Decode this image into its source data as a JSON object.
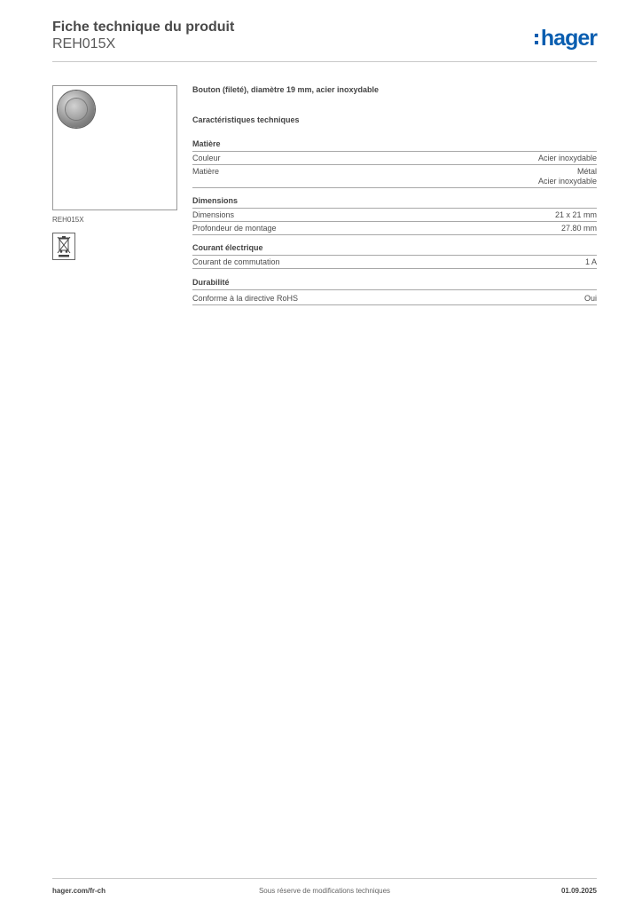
{
  "header": {
    "title": "Fiche technique du produit",
    "reference": "REH015X",
    "logo_text": "hager",
    "logo_color": "#0a5eb0"
  },
  "product": {
    "image_caption": "REH015X",
    "description": "Bouton (fileté), diamètre 19 mm, acier inoxydable",
    "characteristics_heading": "Caractéristiques techniques"
  },
  "sections": [
    {
      "title": "Matière",
      "rows": [
        {
          "label": "Couleur",
          "values": [
            "Acier inoxydable"
          ]
        },
        {
          "label": "Matière",
          "values": [
            "Métal",
            "Acier inoxydable"
          ]
        }
      ]
    },
    {
      "title": "Dimensions",
      "rows": [
        {
          "label": "Dimensions",
          "values": [
            "21 x 21 mm"
          ]
        },
        {
          "label": "Profondeur de montage",
          "values": [
            "27.80 mm"
          ]
        }
      ]
    },
    {
      "title": "Courant électrique",
      "rows": [
        {
          "label": "Courant de commutation",
          "values": [
            "1 A"
          ]
        }
      ]
    },
    {
      "title": "Durabilité",
      "rows": [
        {
          "label": "Conforme à la directive RoHS",
          "values": [
            "Oui"
          ]
        }
      ]
    }
  ],
  "footer": {
    "website": "hager.com/fr-ch",
    "note": "Sous réserve de modifications techniques",
    "date": "01.09.2025"
  },
  "icons": {
    "weee": "crossed-out-wheeled-bin-icon"
  }
}
